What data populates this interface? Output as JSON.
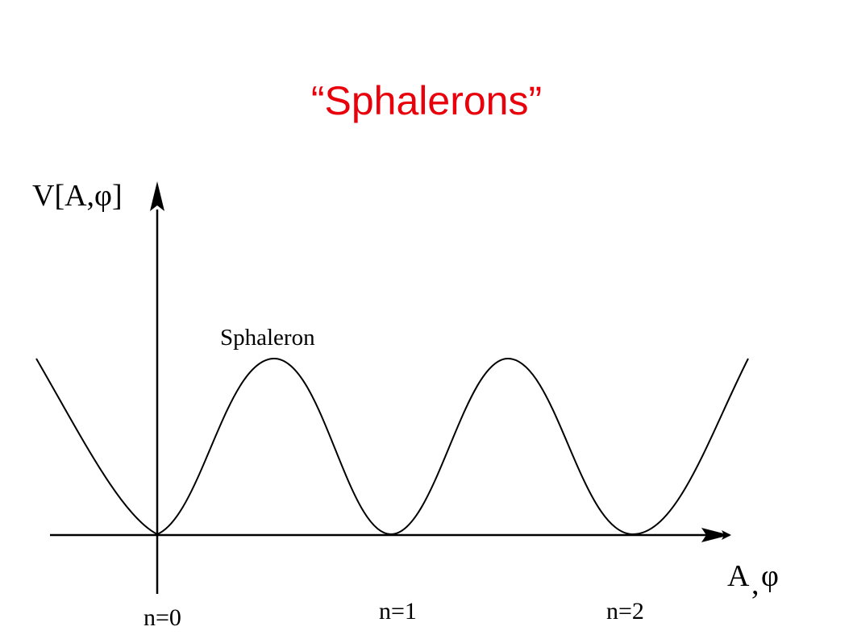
{
  "slide": {
    "title": "“Sphalerons”",
    "title_color": "#e8000b"
  },
  "diagram": {
    "y_axis_label": "V[A,φ]",
    "x_axis_label_a": "A",
    "x_axis_label_comma": ",",
    "x_axis_label_phi": "φ",
    "peak_label": "Sphaleron",
    "minima_labels": [
      "n=0",
      "n=1",
      "n=2"
    ],
    "line_color": "#000000"
  }
}
